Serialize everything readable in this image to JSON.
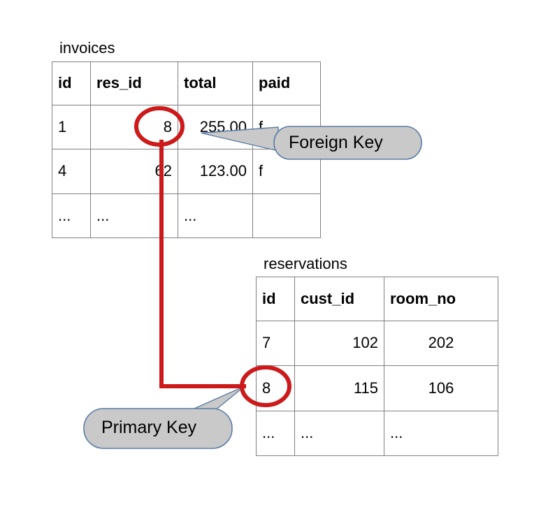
{
  "diagram": {
    "title_hidden": true,
    "colors": {
      "relationship_line": "#cc1a1a",
      "callout_fill": "#c9c9c9",
      "callout_border": "#5b7ca6",
      "table_border": "#808080",
      "text": "#000000"
    }
  },
  "tables": [
    {
      "name": "invoices",
      "caption": "invoices",
      "columns": [
        {
          "label": "id",
          "align": "left"
        },
        {
          "label": "res_id",
          "align": "right"
        },
        {
          "label": "total",
          "align": "right"
        },
        {
          "label": "paid",
          "align": "left"
        }
      ],
      "rows": [
        {
          "cells": [
            "1",
            "8",
            "255.00",
            "f"
          ]
        },
        {
          "cells": [
            "4",
            "62",
            "123.00",
            "f"
          ]
        },
        {
          "cells": [
            "...",
            "...",
            "...",
            ""
          ]
        }
      ]
    },
    {
      "name": "reservations",
      "caption": "reservations",
      "columns": [
        {
          "label": "id",
          "align": "left"
        },
        {
          "label": "cust_id",
          "align": "right"
        },
        {
          "label": "room_no",
          "align": "center"
        }
      ],
      "rows": [
        {
          "cells": [
            "7",
            "102",
            "202"
          ]
        },
        {
          "cells": [
            "8",
            "115",
            "106"
          ]
        },
        {
          "cells": [
            "...",
            "...",
            "..."
          ]
        }
      ]
    }
  ],
  "annotations": [
    {
      "id": "foreign-key",
      "label": "Foreign Key",
      "points_to": "invoices.res_id.8"
    },
    {
      "id": "primary-key",
      "label": "Primary Key",
      "points_to": "reservations.id.8"
    }
  ],
  "relationship": {
    "from": "invoices.res_id = 8",
    "to": "reservations.id = 8",
    "type": "foreign-key-to-primary-key"
  }
}
